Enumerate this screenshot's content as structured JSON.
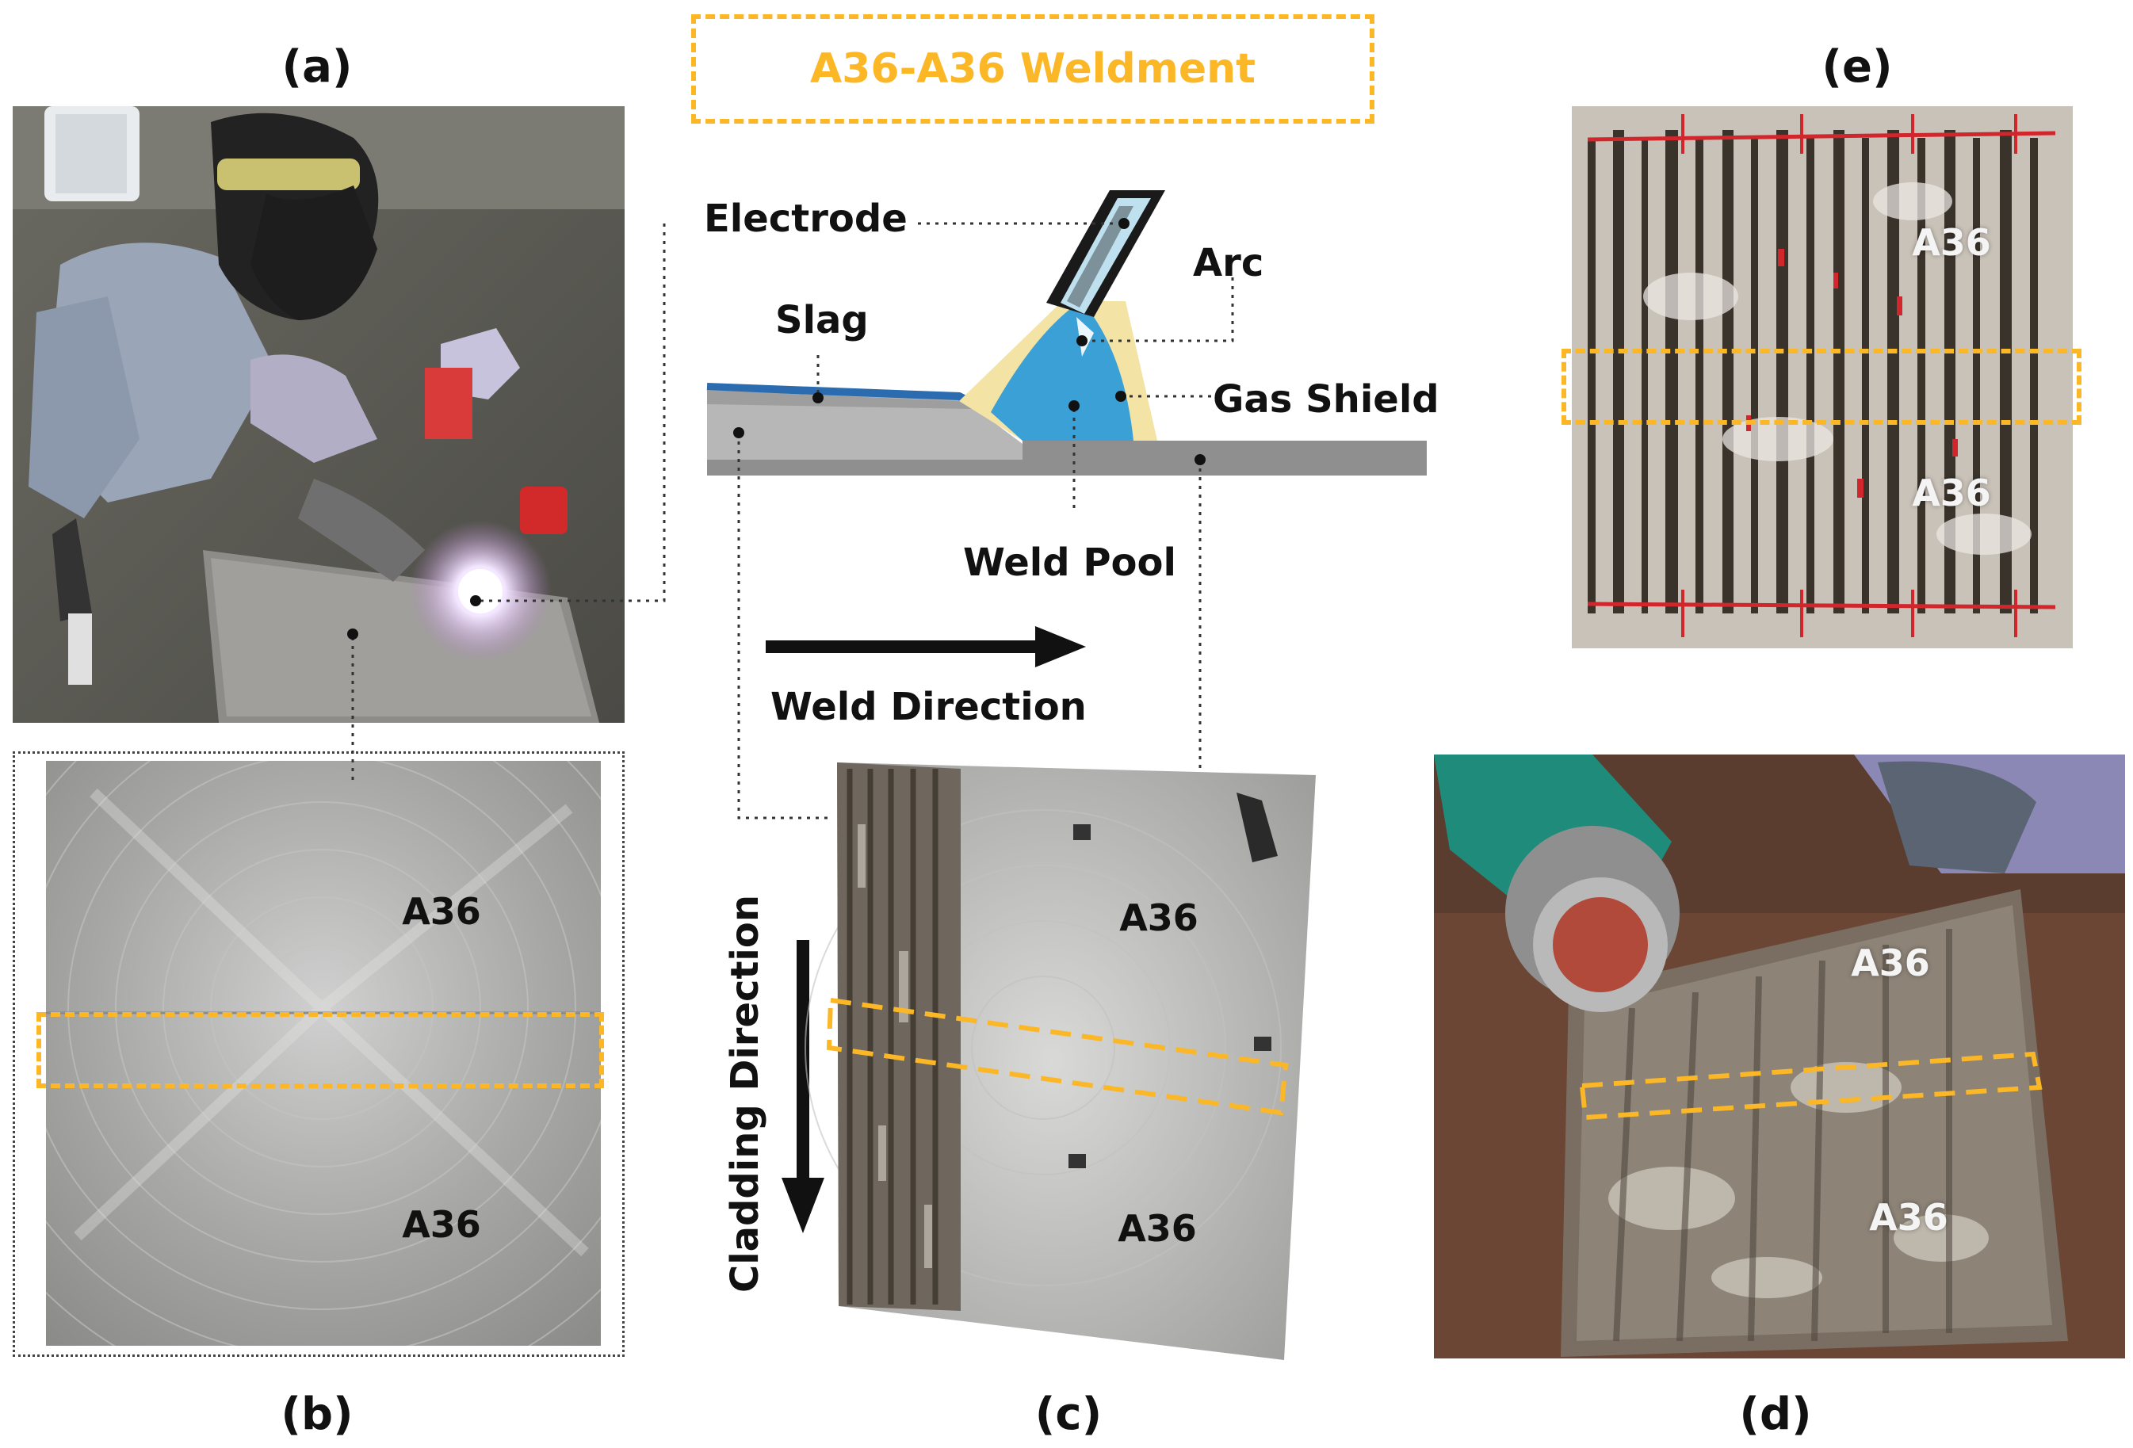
{
  "figure": {
    "title": "A36-A36 Weldment",
    "panels": {
      "a": "(a)",
      "b": "(b)",
      "c": "(c)",
      "d": "(d)",
      "e": "(e)"
    },
    "schematic": {
      "electrode": "Electrode",
      "arc": "Arc",
      "slag": "Slag",
      "gas_shield": "Gas Shield",
      "weld_pool": "Weld Pool",
      "weld_direction": "Weld Direction",
      "cladding_direction": "Cladding Direction"
    },
    "plate_labels": {
      "b_top": "A36",
      "b_bottom": "A36",
      "c_top": "A36",
      "c_bottom": "A36",
      "d_top": "A36",
      "d_bottom": "A36",
      "e_top": "A36",
      "e_bottom": "A36"
    },
    "colors": {
      "accent_dashed": "#fbb726",
      "electrode": "#1a1a1a",
      "weld_pool": "#3aa0d6",
      "gas_shield": "#f3e3a5",
      "slag": "#2b6cb0",
      "base_plate": "#9a9a9a"
    }
  }
}
